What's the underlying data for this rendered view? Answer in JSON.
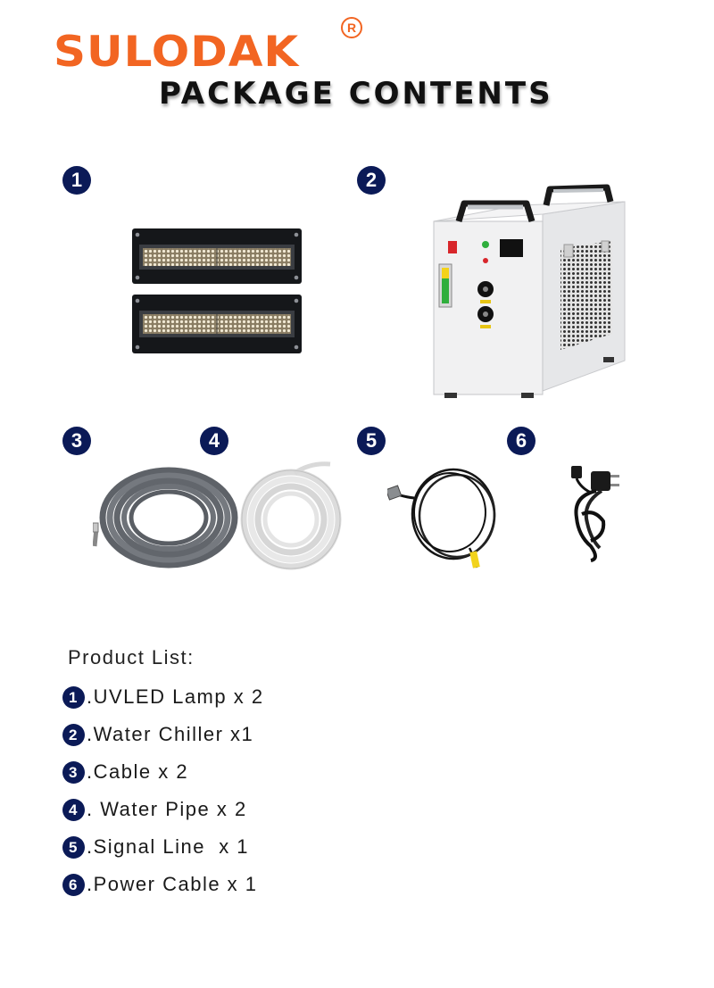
{
  "header": {
    "brand": "SULODAK",
    "registered_mark": "R",
    "title": "PACKAGE CONTENTS"
  },
  "colors": {
    "brand": "#f26522",
    "badge": "#0b1a57",
    "text": "#1a1a1a"
  },
  "items": [
    {
      "number": "1",
      "illustration": "uv-led-lamp"
    },
    {
      "number": "2",
      "illustration": "water-chiller"
    },
    {
      "number": "3",
      "illustration": "cable-coil"
    },
    {
      "number": "4",
      "illustration": "water-pipe-coil"
    },
    {
      "number": "5",
      "illustration": "signal-line"
    },
    {
      "number": "6",
      "illustration": "power-cable"
    }
  ],
  "product_list": {
    "title": "Product List:",
    "rows": [
      {
        "number": "1",
        "text": ".UVLED Lamp x 2"
      },
      {
        "number": "2",
        "text": ".Water Chiller x1"
      },
      {
        "number": "3",
        "text": ".Cable x 2"
      },
      {
        "number": "4",
        "text": ". Water Pipe x 2"
      },
      {
        "number": "5",
        "text": ".Signal Line  x 1"
      },
      {
        "number": "6",
        "text": ".Power Cable x 1"
      }
    ]
  }
}
